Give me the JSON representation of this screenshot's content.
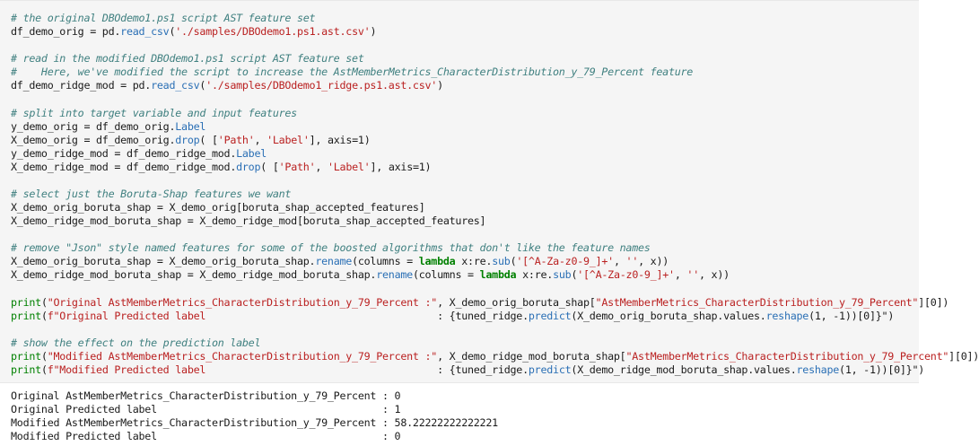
{
  "code_lines": [
    [
      {
        "t": "# the original DBOdemo1.ps1 script AST feature set",
        "c": "cm"
      }
    ],
    [
      {
        "t": "df_demo_orig = pd."
      },
      {
        "t": "read_csv",
        "c": "at"
      },
      {
        "t": "("
      },
      {
        "t": "'./samples/DBOdemo1.ps1.ast.csv'",
        "c": "st"
      },
      {
        "t": ")"
      }
    ],
    [],
    [
      {
        "t": "# read in the modified DBOdemo1.ps1 script AST feature set",
        "c": "cm"
      }
    ],
    [
      {
        "t": "#    Here, we've modified the script to increase the AstMemberMetrics_CharacterDistribution_y_79_Percent feature",
        "c": "cm"
      }
    ],
    [
      {
        "t": "df_demo_ridge_mod = pd."
      },
      {
        "t": "read_csv",
        "c": "at"
      },
      {
        "t": "("
      },
      {
        "t": "'./samples/DBOdemo1_ridge.ps1.ast.csv'",
        "c": "st"
      },
      {
        "t": ")"
      }
    ],
    [],
    [
      {
        "t": "# split into target variable and input features",
        "c": "cm"
      }
    ],
    [
      {
        "t": "y_demo_orig = df_demo_orig."
      },
      {
        "t": "Label",
        "c": "at"
      }
    ],
    [
      {
        "t": "X_demo_orig = df_demo_orig."
      },
      {
        "t": "drop",
        "c": "at"
      },
      {
        "t": "( ["
      },
      {
        "t": "'Path'",
        "c": "st"
      },
      {
        "t": ", "
      },
      {
        "t": "'Label'",
        "c": "st"
      },
      {
        "t": "], axis=1)"
      }
    ],
    [
      {
        "t": "y_demo_ridge_mod = df_demo_ridge_mod."
      },
      {
        "t": "Label",
        "c": "at"
      }
    ],
    [
      {
        "t": "X_demo_ridge_mod = df_demo_ridge_mod."
      },
      {
        "t": "drop",
        "c": "at"
      },
      {
        "t": "( ["
      },
      {
        "t": "'Path'",
        "c": "st"
      },
      {
        "t": ", "
      },
      {
        "t": "'Label'",
        "c": "st"
      },
      {
        "t": "], axis=1)"
      }
    ],
    [],
    [
      {
        "t": "# select just the Boruta-Shap features we want",
        "c": "cm"
      }
    ],
    [
      {
        "t": "X_demo_orig_boruta_shap = X_demo_orig[boruta_shap_accepted_features]"
      }
    ],
    [
      {
        "t": "X_demo_ridge_mod_boruta_shap = X_demo_ridge_mod[boruta_shap_accepted_features]"
      }
    ],
    [],
    [
      {
        "t": "# remove \"Json\" style named features for some of the boosted algorithms that don't like the feature names",
        "c": "cm"
      }
    ],
    [
      {
        "t": "X_demo_orig_boruta_shap = X_demo_orig_boruta_shap."
      },
      {
        "t": "rename",
        "c": "at"
      },
      {
        "t": "(columns = "
      },
      {
        "t": "lambda",
        "c": "kw"
      },
      {
        "t": " x:re."
      },
      {
        "t": "sub",
        "c": "at"
      },
      {
        "t": "("
      },
      {
        "t": "'[^A-Za-z0-9_]+'",
        "c": "st"
      },
      {
        "t": ", "
      },
      {
        "t": "''",
        "c": "st"
      },
      {
        "t": ", x))"
      }
    ],
    [
      {
        "t": "X_demo_ridge_mod_boruta_shap = X_demo_ridge_mod_boruta_shap."
      },
      {
        "t": "rename",
        "c": "at"
      },
      {
        "t": "(columns = "
      },
      {
        "t": "lambda",
        "c": "kw"
      },
      {
        "t": " x:re."
      },
      {
        "t": "sub",
        "c": "at"
      },
      {
        "t": "("
      },
      {
        "t": "'[^A-Za-z0-9_]+'",
        "c": "st"
      },
      {
        "t": ", "
      },
      {
        "t": "''",
        "c": "st"
      },
      {
        "t": ", x))"
      }
    ],
    [],
    [
      {
        "t": "print",
        "c": "bi"
      },
      {
        "t": "("
      },
      {
        "t": "\"Original AstMemberMetrics_CharacterDistribution_y_79_Percent :\"",
        "c": "st"
      },
      {
        "t": ", X_demo_orig_boruta_shap["
      },
      {
        "t": "\"AstMemberMetrics_CharacterDistribution_y_79_Percent\"",
        "c": "st"
      },
      {
        "t": "][0])"
      }
    ],
    [
      {
        "t": "print",
        "c": "bi"
      },
      {
        "t": "("
      },
      {
        "t": "f\"Original Predicted label                                      ",
        "c": "st"
      },
      {
        "t": ": {tuned_ridge."
      },
      {
        "t": "predict",
        "c": "at"
      },
      {
        "t": "(X_demo_orig_boruta_shap.values."
      },
      {
        "t": "reshape",
        "c": "at"
      },
      {
        "t": "(1, -1))[0]}\")"
      }
    ],
    [],
    [
      {
        "t": "# show the effect on the prediction label",
        "c": "cm"
      }
    ],
    [
      {
        "t": "print",
        "c": "bi"
      },
      {
        "t": "("
      },
      {
        "t": "\"Modified AstMemberMetrics_CharacterDistribution_y_79_Percent :\"",
        "c": "st"
      },
      {
        "t": ", X_demo_ridge_mod_boruta_shap["
      },
      {
        "t": "\"AstMemberMetrics_CharacterDistribution_y_79_Percent\"",
        "c": "st"
      },
      {
        "t": "][0])"
      }
    ],
    [
      {
        "t": "print",
        "c": "bi"
      },
      {
        "t": "("
      },
      {
        "t": "f\"Modified Predicted label                                      ",
        "c": "st"
      },
      {
        "t": ": {tuned_ridge."
      },
      {
        "t": "predict",
        "c": "at"
      },
      {
        "t": "(X_demo_ridge_mod_boruta_shap.values."
      },
      {
        "t": "reshape",
        "c": "at"
      },
      {
        "t": "(1, -1))[0]}\")"
      }
    ]
  ],
  "output_lines": [
    "Original AstMemberMetrics_CharacterDistribution_y_79_Percent : 0",
    "Original Predicted label                                     : 1",
    "Modified AstMemberMetrics_CharacterDistribution_y_79_Percent : 58.22222222222221",
    "Modified Predicted label                                     : 0"
  ]
}
